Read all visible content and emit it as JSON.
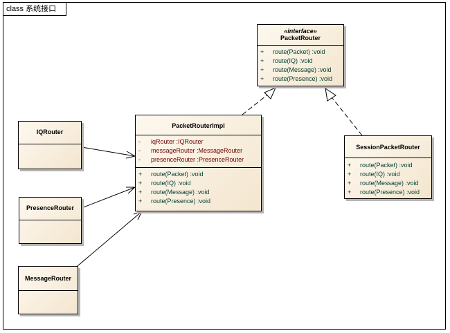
{
  "frame": {
    "title": "class 系统接口"
  },
  "classes": {
    "packet_router": {
      "stereotype": "«interface»",
      "name": "PacketRouter",
      "operations": [
        {
          "vis": "+",
          "sig": "route(Packet) :void"
        },
        {
          "vis": "+",
          "sig": "route(IQ) :void"
        },
        {
          "vis": "+",
          "sig": "route(Message) :void"
        },
        {
          "vis": "+",
          "sig": "route(Presence) :void"
        }
      ]
    },
    "packet_router_impl": {
      "name": "PacketRouterImpl",
      "attributes": [
        {
          "vis": "-",
          "sig": "iqRouter :IQRouter"
        },
        {
          "vis": "-",
          "sig": "messageRouter :MessageRouter"
        },
        {
          "vis": "-",
          "sig": "presenceRouter :PresenceRouter"
        }
      ],
      "operations": [
        {
          "vis": "+",
          "sig": "route(Packet) :void"
        },
        {
          "vis": "+",
          "sig": "route(IQ) :void"
        },
        {
          "vis": "+",
          "sig": "route(Message) :void"
        },
        {
          "vis": "+",
          "sig": "route(Presence) :void"
        }
      ]
    },
    "session_packet_router": {
      "name": "SessionPacketRouter",
      "operations": [
        {
          "vis": "+",
          "sig": "route(Packet) :void"
        },
        {
          "vis": "+",
          "sig": "route(IQ) :void"
        },
        {
          "vis": "+",
          "sig": "route(Message) :void"
        },
        {
          "vis": "+",
          "sig": "route(Presence) :void"
        }
      ]
    },
    "iq_router": {
      "name": "IQRouter"
    },
    "presence_router": {
      "name": "PresenceRouter"
    },
    "message_router": {
      "name": "MessageRouter"
    }
  },
  "colors": {
    "attribute_text": "#6b0000",
    "operation_text": "#003c2e",
    "class_fill_start": "#fdf8ef",
    "class_fill_end": "#f4e6cf"
  }
}
